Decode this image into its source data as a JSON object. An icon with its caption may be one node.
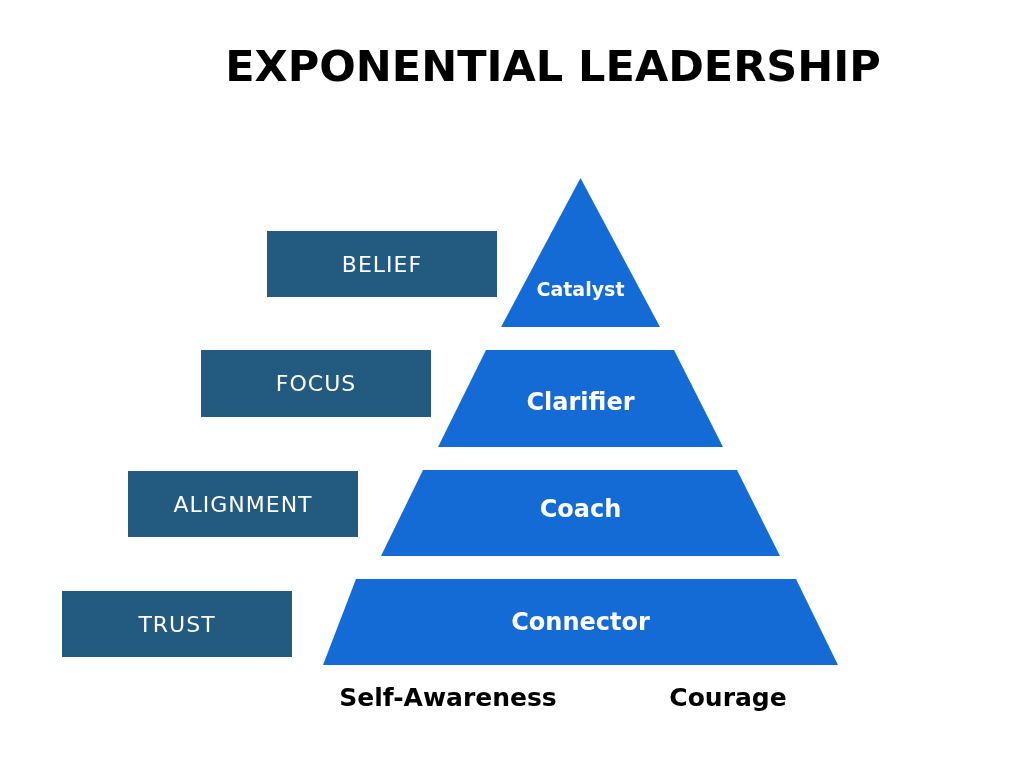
{
  "diagram": {
    "title": "EXPONENTIAL LEADERSHIP",
    "nodes": [
      {
        "text": [
          "BELIEF"
        ]
      },
      {
        "text": [
          "Catalyst"
        ]
      },
      {
        "text": [
          "FOCUS"
        ]
      },
      {
        "text": [
          "Clarifier"
        ]
      },
      {
        "text": [
          "ALIGNMENT"
        ]
      },
      {
        "text": [
          "Coach"
        ]
      },
      {
        "text": [
          "TRUST"
        ]
      },
      {
        "text": [
          "Connector"
        ]
      }
    ],
    "labels": [
      "Self-Awareness",
      "Courage"
    ]
  }
}
